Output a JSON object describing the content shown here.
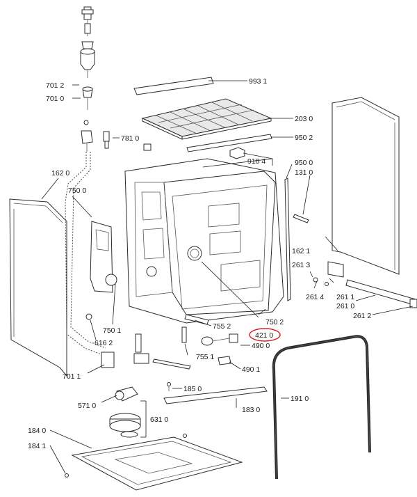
{
  "diagram": {
    "title": "Dishwasher body exploded parts view",
    "highlight_color": "#d9232d",
    "line_color": "#2b2b2b",
    "highlighted_label": "421 0",
    "labels": {
      "l9931": "993 1",
      "l7012": "701 2",
      "l7010": "701 0",
      "l2030": "203 0",
      "l7810": "781 0",
      "l9502": "950 2",
      "l9104": "910 4",
      "l9500": "950 0",
      "l1310": "131 0",
      "l1620": "162 0",
      "l7500": "750 0",
      "l1621": "162 1",
      "l2613": "261 3",
      "l2614": "261 4",
      "l2611": "261 1",
      "l2610": "261 0",
      "l2612": "261 2",
      "l7501": "750 1",
      "l7502": "750 2",
      "l7552": "755 2",
      "l4210": "421 0",
      "l6162": "616 2",
      "l4900": "490 0",
      "l7551": "755 1",
      "l4901": "490 1",
      "l7011": "701 1",
      "l1850": "185 0",
      "l5710": "571 0",
      "l1910": "191 0",
      "l1830": "183 0",
      "l6310": "631 0",
      "l1840": "184 0",
      "l1841": "184 1"
    }
  }
}
